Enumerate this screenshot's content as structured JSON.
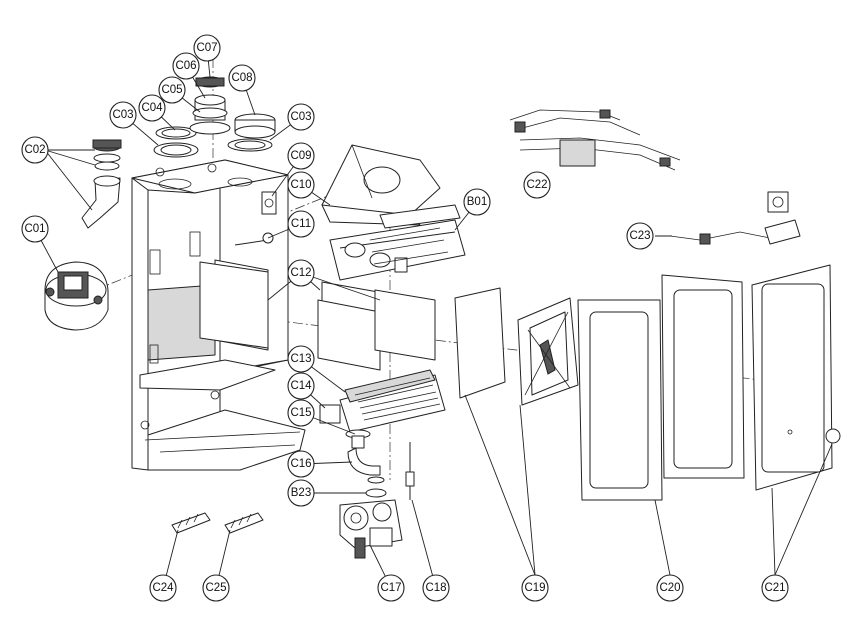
{
  "callouts": [
    {
      "id": "C01",
      "label": "C01"
    },
    {
      "id": "C02",
      "label": "C02"
    },
    {
      "id": "C03a",
      "label": "C03"
    },
    {
      "id": "C03b",
      "label": "C03"
    },
    {
      "id": "C04",
      "label": "C04"
    },
    {
      "id": "C05",
      "label": "C05"
    },
    {
      "id": "C06",
      "label": "C06"
    },
    {
      "id": "C07",
      "label": "C07"
    },
    {
      "id": "C08",
      "label": "C08"
    },
    {
      "id": "C09",
      "label": "C09"
    },
    {
      "id": "C10",
      "label": "C10"
    },
    {
      "id": "C11",
      "label": "C11"
    },
    {
      "id": "C12",
      "label": "C12"
    },
    {
      "id": "C13",
      "label": "C13"
    },
    {
      "id": "C14",
      "label": "C14"
    },
    {
      "id": "C15",
      "label": "C15"
    },
    {
      "id": "C16",
      "label": "C16"
    },
    {
      "id": "B23",
      "label": "B23"
    },
    {
      "id": "B01",
      "label": "B01"
    },
    {
      "id": "C22",
      "label": "C22"
    },
    {
      "id": "C23",
      "label": "C23"
    },
    {
      "id": "C24",
      "label": "C24"
    },
    {
      "id": "C25",
      "label": "C25"
    },
    {
      "id": "C17",
      "label": "C17"
    },
    {
      "id": "C18",
      "label": "C18"
    },
    {
      "id": "C19",
      "label": "C19"
    },
    {
      "id": "C20",
      "label": "C20"
    },
    {
      "id": "C21",
      "label": "C21"
    }
  ]
}
